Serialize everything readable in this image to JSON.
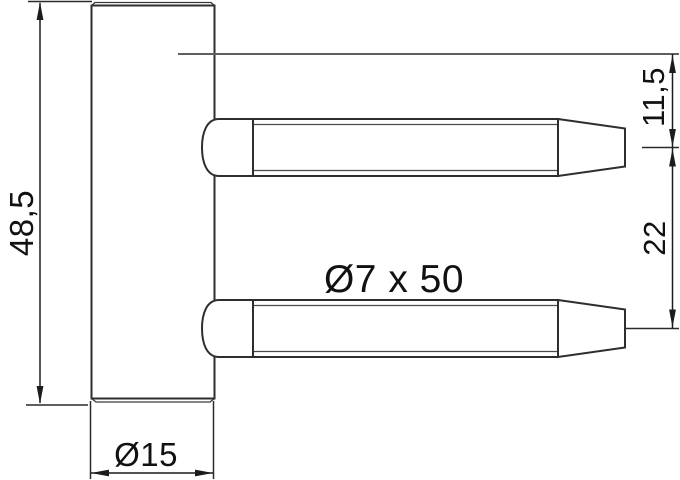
{
  "drawing": {
    "labels": {
      "overall_height": "48,5",
      "offset_top_to_pin": "11,5",
      "pin_spacing": "22",
      "pin_dimensions": "Ø7 x 50",
      "body_diameter": "Ø15"
    },
    "colors": {
      "background": "#ffffff",
      "part_outline": "#2e2e2e",
      "reference_line": "#5f5f5f",
      "dimension_line": "#1c1c1c",
      "text": "#111111"
    }
  }
}
